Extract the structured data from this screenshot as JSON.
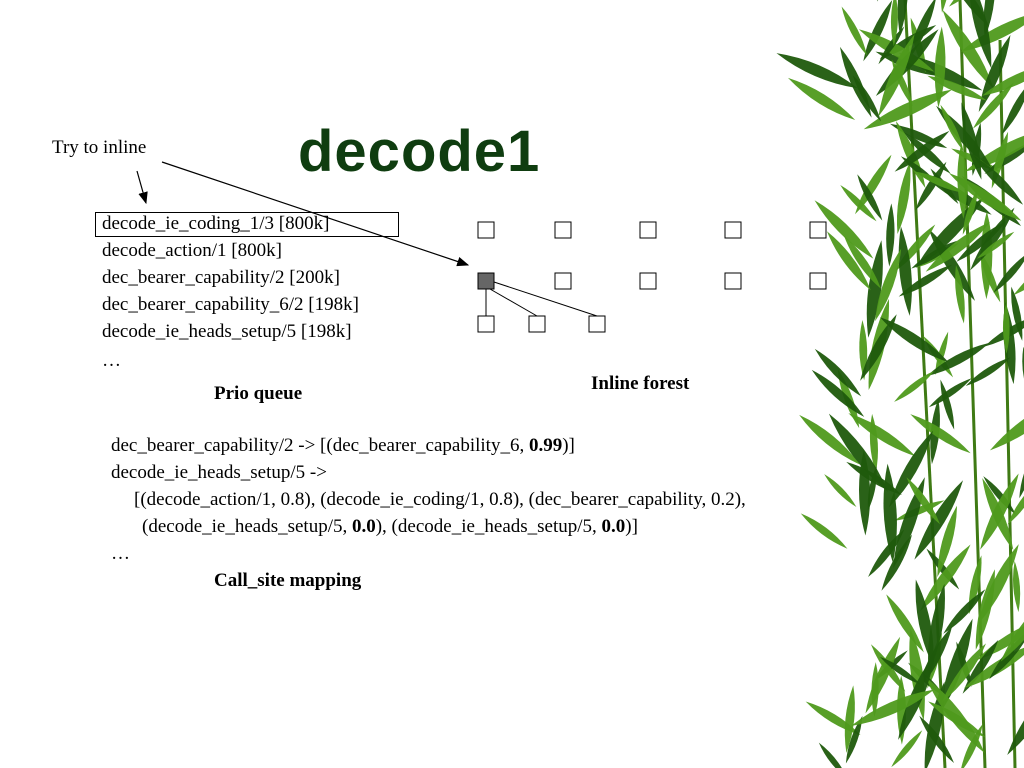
{
  "slide": {
    "title": "decode1",
    "annotation": "Try to inline",
    "prio_queue": {
      "label": "Prio queue",
      "items": [
        "decode_ie_coding_1/3 [800k]",
        "decode_action/1 [800k]",
        "dec_bearer_capability/2 [200k]",
        "dec_bearer_capability_6/2 [198k]",
        "decode_ie_heads_setup/5 [198k]",
        "…"
      ]
    },
    "inline_forest": {
      "label": "Inline forest"
    },
    "call_site_mapping": {
      "label": "Call_site mapping",
      "line1": {
        "pre": "dec_bearer_capability/2 -> [(dec_bearer_capability_6, ",
        "bold": "0.99",
        "post": ")]"
      },
      "line2": "decode_ie_heads_setup/5 ->",
      "line3": "[(decode_action/1, 0.8), (decode_ie_coding/1, 0.8), (dec_bearer_capability, 0.2),",
      "line4": {
        "pre": "(decode_ie_heads_setup/5, ",
        "bold1": "0.0",
        "mid": "), (decode_ie_heads_setup/5, ",
        "bold2": "0.0",
        "post": ")]"
      },
      "ellipsis": "…"
    },
    "colors": {
      "title": "#0f3d10",
      "bamboo_dark": "#1f5a0c",
      "bamboo_light": "#4f9a1c",
      "filled_node": "#666666"
    }
  }
}
